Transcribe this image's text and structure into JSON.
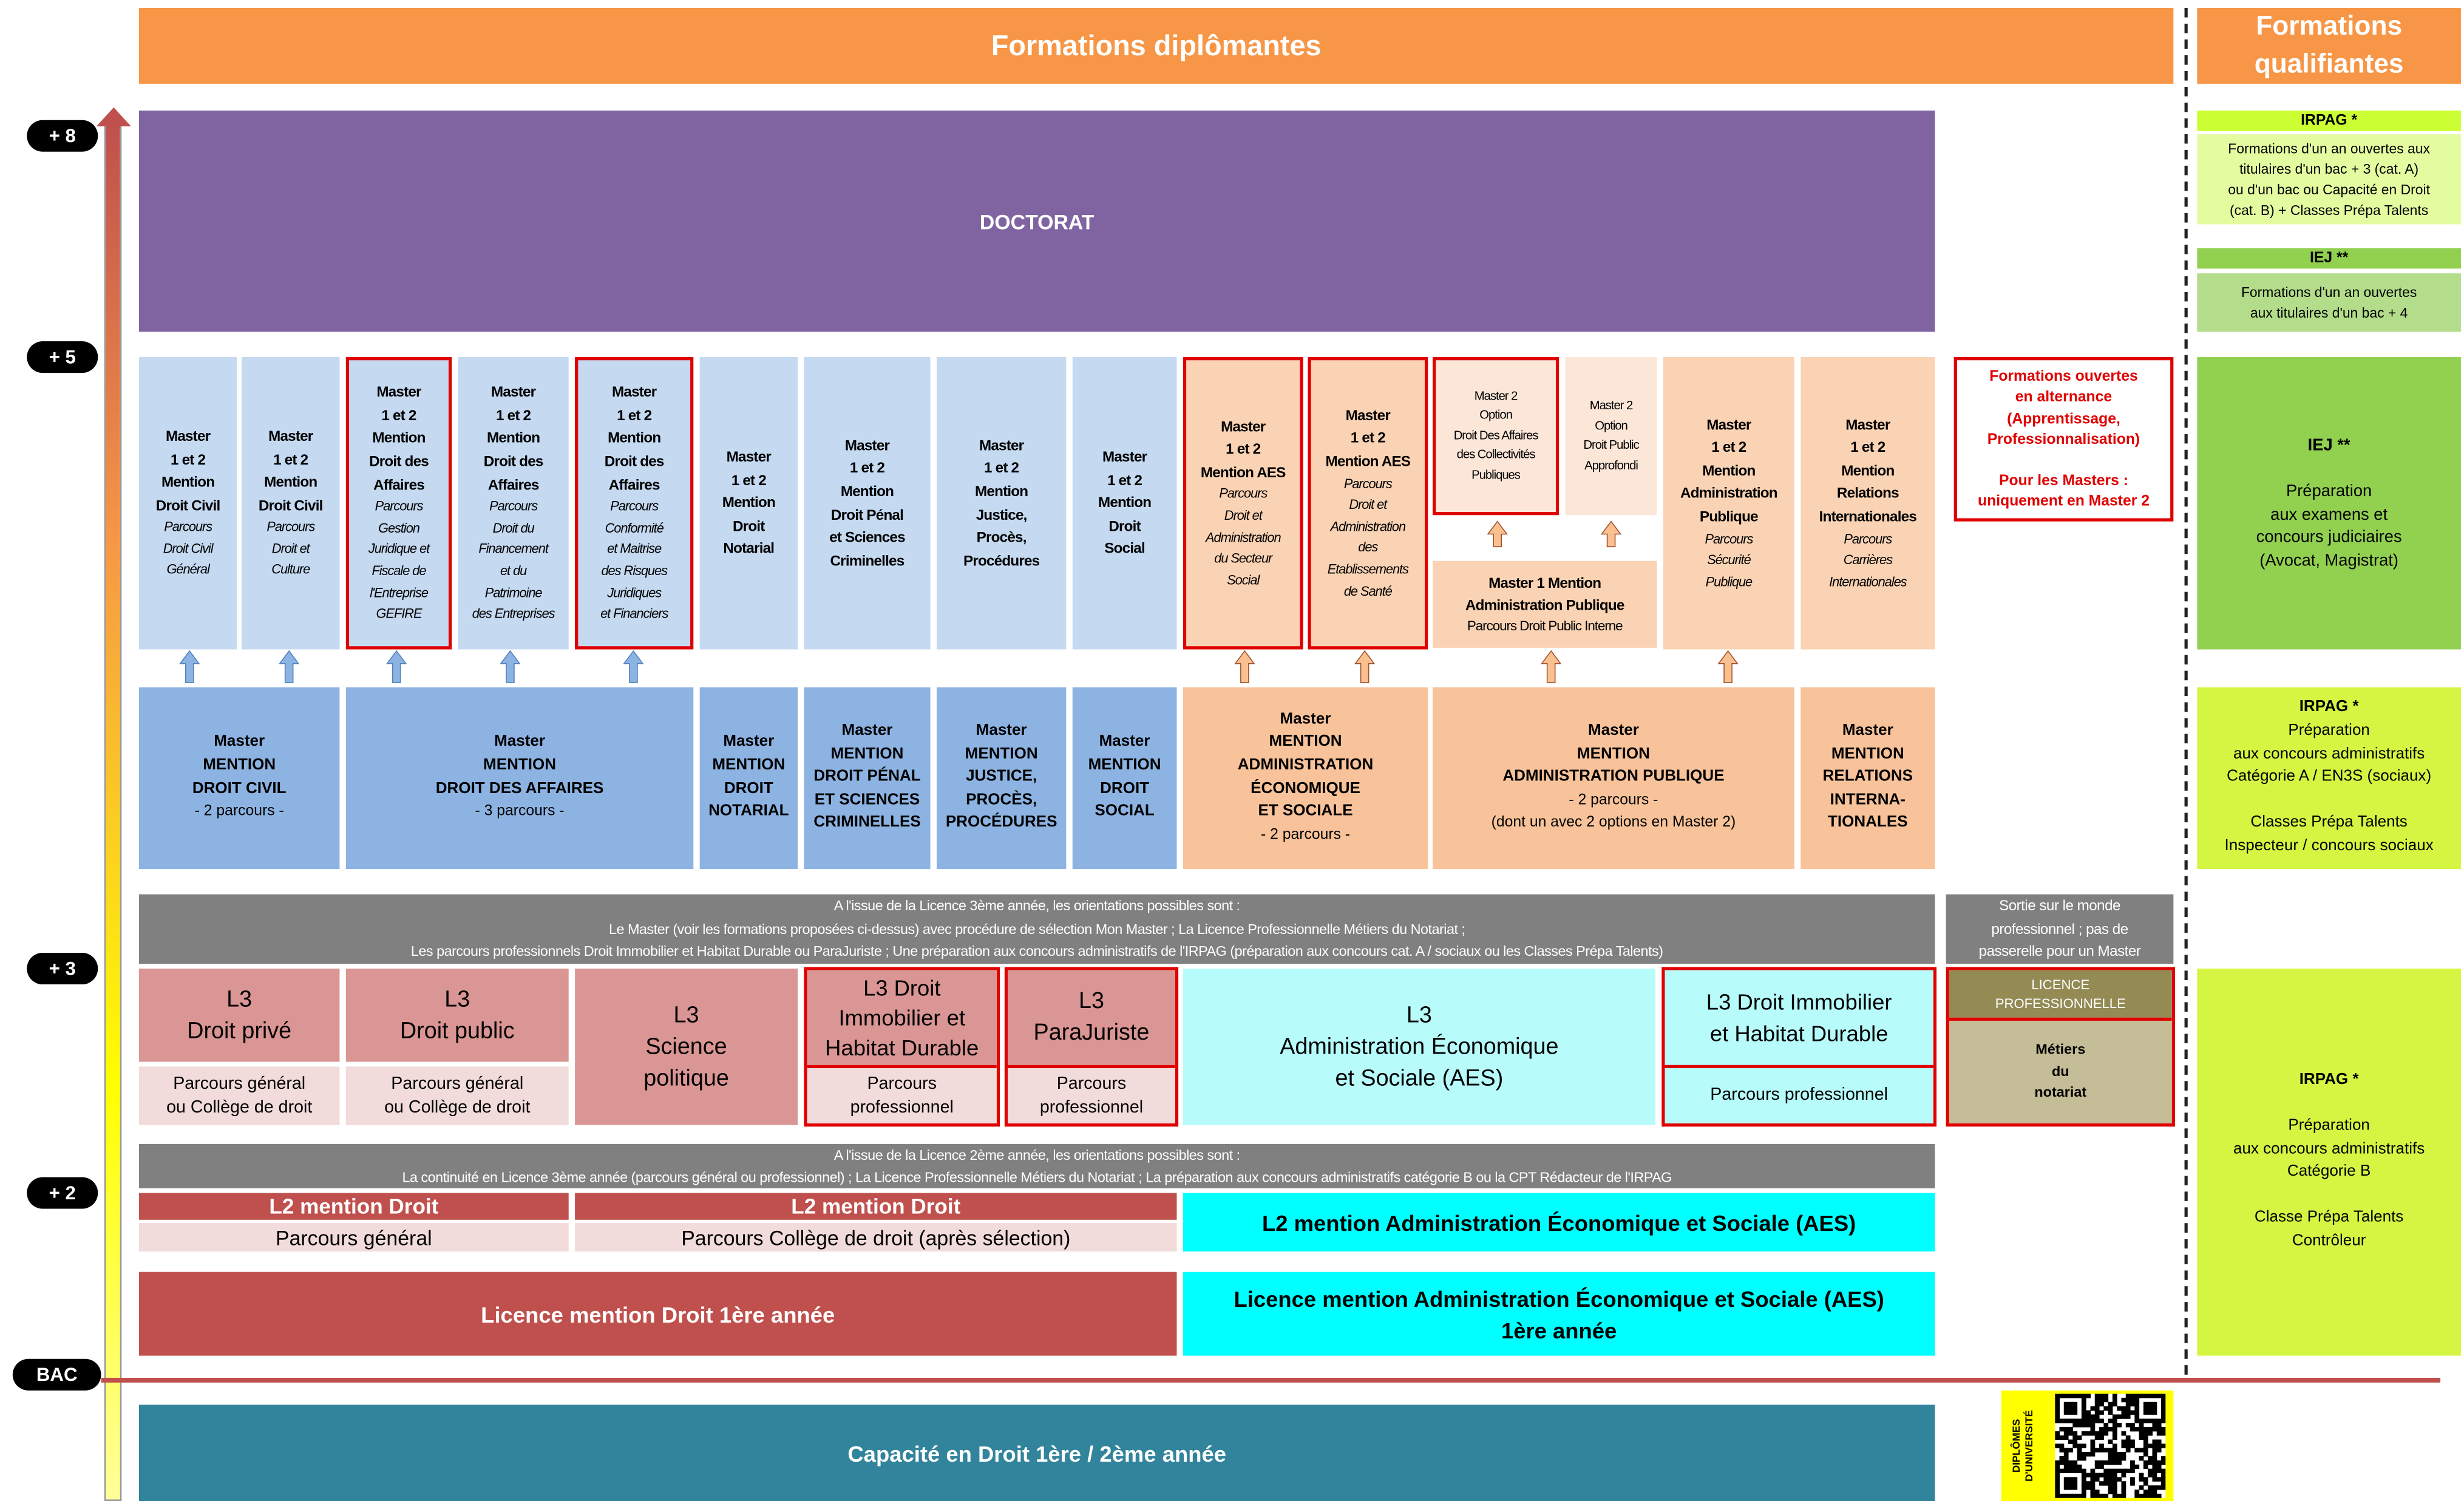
{
  "header": {
    "diplomantes": "Formations diplômantes",
    "qualifiantes": "Formations qualifiantes"
  },
  "levels": {
    "p8": "+ 8",
    "p5": "+ 5",
    "p3": "+ 3",
    "p2": "+ 2",
    "bac": "BAC"
  },
  "doctorat": "DOCTORAT",
  "masters": [
    {
      "title": "Master\n1 et 2\nMention\nDroit Civil",
      "parcours": "Parcours\nDroit Civil\nGénéral"
    },
    {
      "title": "Master\n1 et 2\nMention\nDroit Civil",
      "parcours": "Parcours\nDroit et\nCulture"
    },
    {
      "title": "Master\n1 et 2\nMention\nDroit des\nAffaires",
      "parcours": "Parcours\nGestion\nJuridique et\nFiscale de\nl'Entreprise\nGEFIRE"
    },
    {
      "title": "Master\n1 et 2\nMention\nDroit des\nAffaires",
      "parcours": "Parcours\nDroit du\nFinancement\net du\nPatrimoine\ndes Entreprises"
    },
    {
      "title": "Master\n1 et 2\nMention\nDroit des\nAffaires",
      "parcours": "Parcours\nConformité\net Maitrise\ndes Risques\nJuridiques\net Financiers"
    },
    {
      "title": "Master\n1 et 2\nMention\nDroit\nNotarial",
      "parcours": ""
    },
    {
      "title": "Master\n1 et 2\nMention\nDroit Pénal\net Sciences\nCriminelles",
      "parcours": ""
    },
    {
      "title": "Master\n1 et 2\nMention\nJustice,\nProcès,\nProcédures",
      "parcours": ""
    },
    {
      "title": "Master\n1 et 2\nMention\nDroit\nSocial",
      "parcours": ""
    },
    {
      "title": "Master\n1 et 2\nMention AES",
      "parcours": "Parcours\nDroit et\nAdministration\ndu Secteur\nSocial"
    },
    {
      "title": "Master\n1 et 2\nMention AES",
      "parcours": "Parcours\nDroit et\nAdministration\ndes\nEtablissements\nde Santé"
    },
    {
      "title": "",
      "parcours": "Master 2\nOption\nDroit Des Affaires\ndes Collectivités\nPubliques"
    },
    {
      "title": "",
      "parcours": "Master 2\nOption\nDroit Public\nApprofondi"
    },
    {
      "title": "Master\n1 et 2\nMention\nAdministration\nPublique",
      "parcours": "Parcours\nSécurité\nPublique"
    },
    {
      "title": "Master\n1 et 2\nMention\nRelations\nInternationales",
      "parcours": "Parcours\nCarrières\nInternationales"
    }
  ],
  "master1_ap": {
    "title": "Master 1 Mention\nAdministration Publique",
    "parcours": "Parcours Droit Public Interne"
  },
  "alternance": {
    "line1": "Formations ouvertes\nen alternance\n(Apprentissage,\nProfessionnalisation)",
    "line2": "Pour les Masters :\nuniquement en Master 2"
  },
  "mentions": [
    {
      "title": "Master\nMENTION\nDROIT CIVIL",
      "sub": "- 2 parcours -"
    },
    {
      "title": "Master\nMENTION\nDROIT DES AFFAIRES",
      "sub": "- 3 parcours -"
    },
    {
      "title": "Master\nMENTION\nDROIT\nNOTARIAL",
      "sub": ""
    },
    {
      "title": "Master\nMENTION\nDROIT PÉNAL\nET SCIENCES\nCRIMINELLES",
      "sub": ""
    },
    {
      "title": "Master\nMENTION\nJUSTICE,\nPROCÈS,\nPROCÉDURES",
      "sub": ""
    },
    {
      "title": "Master\nMENTION\nDROIT\nSOCIAL",
      "sub": ""
    },
    {
      "title": "Master\nMENTION\nADMINISTRATION\nÉCONOMIQUE\nET SOCIALE",
      "sub": "- 2 parcours -"
    },
    {
      "title": "Master\nMENTION\nADMINISTRATION PUBLIQUE",
      "sub": "- 2 parcours -\n(dont un avec 2 options en Master 2)"
    },
    {
      "title": "Master\nMENTION\nRELATIONS\nINTERNA-\nTIONALES",
      "sub": ""
    }
  ],
  "l3_info": "A l'issue de la Licence 3ème année, les orientations possibles sont :\nLe Master (voir les formations proposées ci-dessus) avec procédure de sélection Mon Master ;  La Licence Professionnelle Métiers du Notariat ;\nLes parcours professionnels Droit Immobilier et Habitat Durable ou ParaJuriste ; Une préparation aux concours administratifs de l'IRPAG (préparation aux concours cat. A / sociaux ou les Classes Prépa Talents)",
  "sortie": "Sortie sur le monde\nprofessionnel ; pas de\npasserelle pour un Master",
  "l3": [
    {
      "title": "L3\nDroit privé",
      "sub": "Parcours général\nou Collège de droit"
    },
    {
      "title": "L3\nDroit public",
      "sub": "Parcours général\nou Collège de droit"
    },
    {
      "title": "L3\nScience\npolitique",
      "sub": ""
    },
    {
      "title": "L3 Droit\nImmobilier et\nHabitat Durable",
      "sub": "Parcours\nprofessionnel"
    },
    {
      "title": "L3\nParaJuriste",
      "sub": "Parcours\nprofessionnel"
    },
    {
      "title": "L3\nAdministration Économique\net Sociale (AES)",
      "sub": ""
    },
    {
      "title": "L3 Droit Immobilier\net Habitat Durable",
      "sub": "Parcours professionnel"
    }
  ],
  "licence_pro": {
    "title": "LICENCE\nPROFESSIONNELLE",
    "sub": "Métiers\ndu\nnotariat"
  },
  "l2_info": "A l'issue de la Licence 2ème année, les orientations possibles sont :\nLa continuité en Licence 3ème année (parcours général ou professionnel) ;  La Licence Professionnelle Métiers du Notariat ;  La  préparation aux concours administratifs catégorie B ou la CPT Rédacteur de l'IRPAG",
  "l2": [
    {
      "title": "L2 mention Droit",
      "sub": "Parcours général"
    },
    {
      "title": "L2 mention Droit",
      "sub": "Parcours Collège de droit (après sélection)"
    },
    {
      "title": "L2 mention Administration Économique et Sociale (AES)",
      "sub": ""
    }
  ],
  "l1": {
    "droit": "Licence mention Droit 1ère année",
    "aes": "Licence mention Administration Économique et Sociale (AES)\n1ère année"
  },
  "capacite": "Capacité en Droit  1ère / 2ème année",
  "du_label": "DIPLÔMES\nD'UNIVERSITÉ",
  "qualifiantes": {
    "irpag1": {
      "title": "IRPAG *",
      "text": "Formations d'un an ouvertes aux\ntitulaires d'un bac + 3 (cat. A)\nou d'un bac ou Capacité en Droit\n(cat. B) + Classes Prépa Talents"
    },
    "iej1": {
      "title": "IEJ **",
      "text": "Formations d'un an ouvertes\naux titulaires d'un bac + 4"
    },
    "iej2": {
      "title": "IEJ **",
      "text": "Préparation\naux examens et\nconcours judiciaires\n(Avocat, Magistrat)"
    },
    "irpag2": {
      "title": "IRPAG *",
      "text": "Préparation\naux concours administratifs\nCatégorie A  / EN3S (sociaux)\n\nClasses Prépa Talents\nInspecteur / concours sociaux"
    },
    "irpag3": {
      "title": "IRPAG *",
      "text": "Préparation\naux concours administratifs\nCatégorie B\n\nClasse Prépa Talents\nContrôleur"
    }
  },
  "colors": {
    "orange": "#f79646",
    "purple": "#8064a2",
    "red": "#e00000",
    "teal": "#31849b",
    "cyan": "#00ffff",
    "green": "#92d050",
    "lime": "#ccff33"
  }
}
